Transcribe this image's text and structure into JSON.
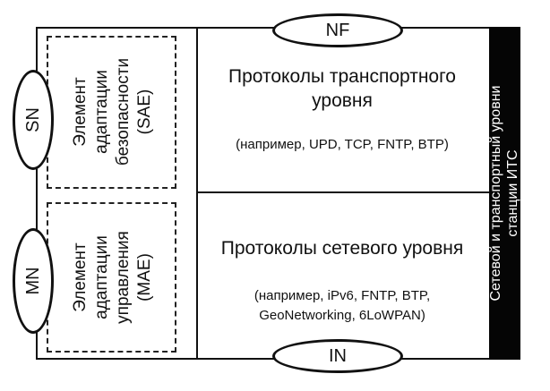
{
  "diagram": {
    "nodes": {
      "nf": "NF",
      "in": "IN",
      "sn": "SN",
      "mn": "MN"
    },
    "sae": {
      "lines": [
        "Элемент",
        "адаптации",
        "безопасности",
        "(SAE)"
      ]
    },
    "mae": {
      "lines": [
        "Элемент",
        "адаптации",
        "управления",
        "(MAE)"
      ]
    },
    "transport": {
      "title_lines": [
        "Протоколы транспортного",
        "уровня"
      ],
      "example": "(например, UPD, TCP, FNTP, BTP)"
    },
    "network": {
      "title": "Протоколы сетевого уровня",
      "example_lines": [
        "(например, iPv6, FNTP, BTP,",
        "GeoNetworking, 6LoWPAN)"
      ]
    },
    "side_bar": {
      "lines": [
        "Сетевой и транспортный уровни",
        "станции ИТС"
      ]
    }
  }
}
